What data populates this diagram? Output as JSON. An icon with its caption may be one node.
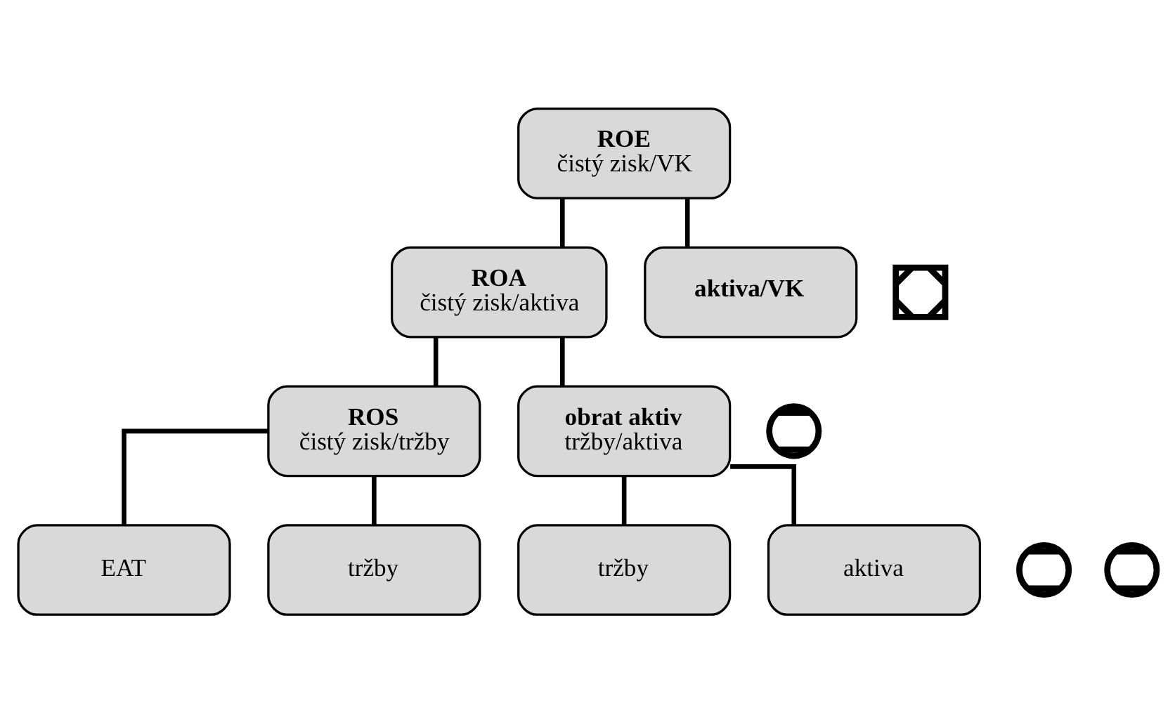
{
  "diagram": {
    "nodes": [
      {
        "text": [
          "ROE",
          "čistý zisk/VK"
        ]
      },
      {
        "text": [
          "ROA",
          "čistý zisk/aktiva"
        ]
      },
      {
        "text": [],
        "shape": "cross"
      },
      {
        "text": [
          "aktiva/VK"
        ]
      },
      {
        "text": [
          "ROS",
          "čistý zisk/tržby"
        ]
      },
      {
        "text": [],
        "shape": "divide"
      },
      {
        "text": [
          "obrat aktiv",
          "tržby/aktiva"
        ]
      },
      {
        "text": [
          "EAT"
        ]
      },
      {
        "text": [],
        "shape": "divide"
      },
      {
        "text": [
          "tržby"
        ]
      },
      {
        "text": [
          "tržby"
        ]
      },
      {
        "text": [],
        "shape": "divide"
      },
      {
        "text": [
          "aktiva"
        ]
      }
    ],
    "edges": [
      {
        "from": 0,
        "to": 1,
        "arrow": "none"
      },
      {
        "from": 0,
        "to": 3,
        "arrow": "none"
      },
      {
        "from": 1,
        "to": 4,
        "arrow": "none"
      },
      {
        "from": 1,
        "to": 6,
        "arrow": "none"
      },
      {
        "from": 4,
        "to": 7,
        "arrow": "none"
      },
      {
        "from": 4,
        "to": 9,
        "arrow": "none"
      },
      {
        "from": 6,
        "to": 10,
        "arrow": "none"
      },
      {
        "from": 6,
        "to": 12,
        "arrow": "none"
      }
    ]
  }
}
